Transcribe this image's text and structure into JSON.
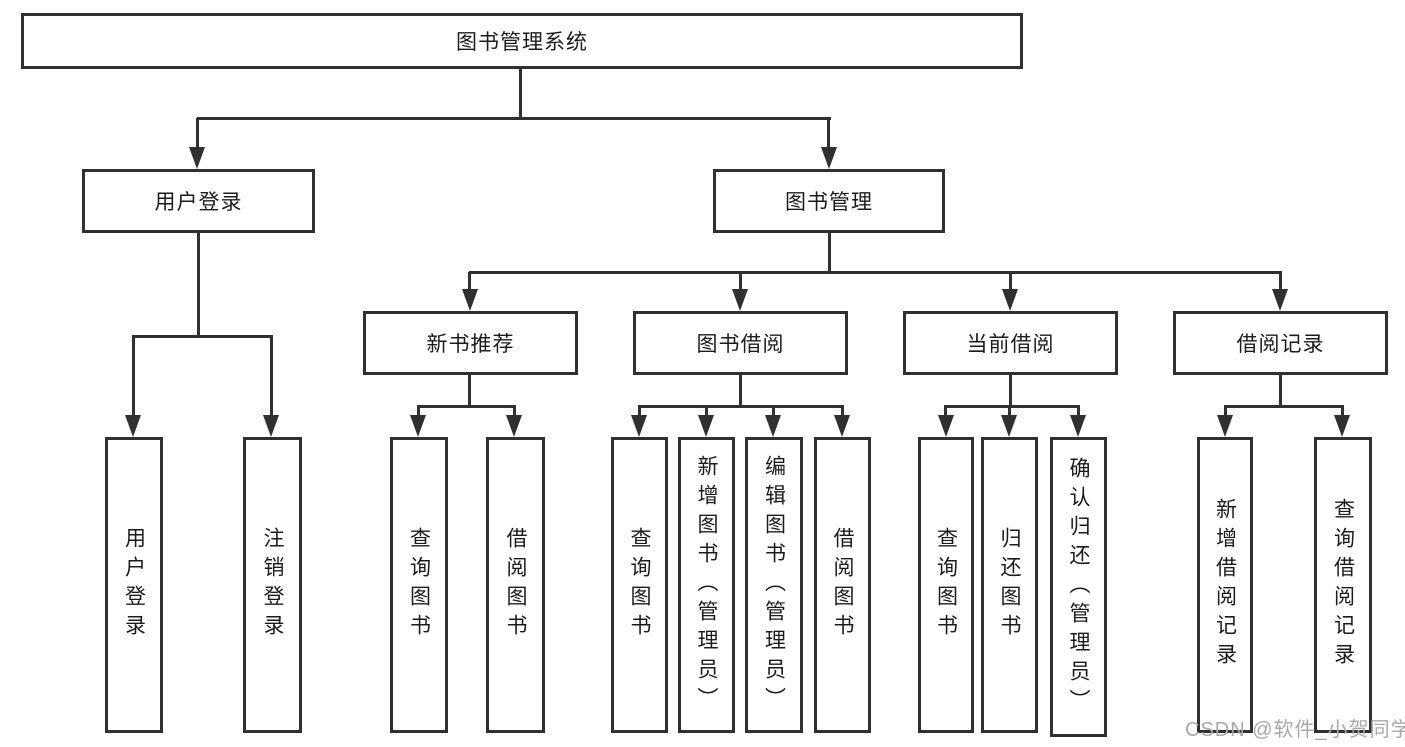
{
  "diagram": {
    "title_node": {
      "label": "图书管理系统"
    },
    "level2": [
      {
        "label": "用户登录"
      },
      {
        "label": "图书管理"
      }
    ],
    "level3": [
      {
        "label": "新书推荐"
      },
      {
        "label": "图书借阅"
      },
      {
        "label": "当前借阅"
      },
      {
        "label": "借阅记录"
      }
    ],
    "leaves": {
      "user_login": [
        {
          "label": "用户登录"
        },
        {
          "label": "注销登录"
        }
      ],
      "new_book": [
        {
          "label": "查询图书"
        },
        {
          "label": "借阅图书"
        }
      ],
      "book_borrow": [
        {
          "label": "查询图书"
        },
        {
          "label": "新增图书（管理员）"
        },
        {
          "label": "编辑图书（管理员）"
        },
        {
          "label": "借阅图书"
        }
      ],
      "current_borrow": [
        {
          "label": "查询图书"
        },
        {
          "label": "归还图书"
        },
        {
          "label": "确认归还（管理员）"
        }
      ],
      "borrow_record": [
        {
          "label": "新增借阅记录"
        },
        {
          "label": "查询借阅记录"
        }
      ]
    },
    "colors": {
      "line": "#303030",
      "text": "#1c1c1c",
      "background": "#ffffff",
      "watermark": "#a9a9a9"
    }
  },
  "watermark": {
    "text": "CSDN @软件_小贺同学"
  }
}
